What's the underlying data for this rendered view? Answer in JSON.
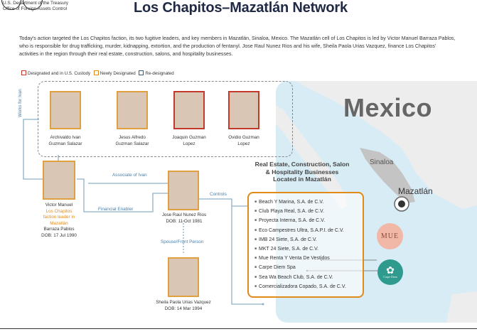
{
  "header": {
    "department_line1": "U.S. Department of the Treasury",
    "department_line2": "Office of Foreign Assets Control",
    "title": "Los Chapitos–Mazatlán Network"
  },
  "intro": "Today's action targeted the Los Chapitos faction, its two fugitive leaders, and key members in Mazatlán, Sinaloa, Mexico. The Mazatlán cell of Los Chapitos is led by Victor Manuel Barraza Pablos, who is responsible for drug trafficking, murder, kidnapping, extortion, and the production of fentanyl. Jose Raul Nunez Rios and his wife, Sheila Paola Urias Vazquez, finance Los Chapitos' activities in the region through their real estate, construction, salons, and hospitality businesses.",
  "legend": [
    {
      "label": "Designated and in U.S. Custody",
      "color": "#c0392b"
    },
    {
      "label": "Newly Designated",
      "color": "#e08a17"
    },
    {
      "label": "Re-designated",
      "color": "#2c5f8a"
    }
  ],
  "people": {
    "archivaldo": {
      "name_line1": "Archivaldo Ivan",
      "name_line2": "Guzman Salazar"
    },
    "jesus": {
      "name_line1": "Jesus Alfredo",
      "name_line2": "Guzman Salazar"
    },
    "joaquin": {
      "name_line1": "Joaquin Guzman",
      "name_line2": "Lopez"
    },
    "ovidio": {
      "name_line1": "Ovidio Guzman",
      "name_line2": "Lopez"
    },
    "victor": {
      "name": "Victor Manuel",
      "role_line1": "Los Chapitos",
      "role_line2": "faction leader in",
      "role_line3": "Mazatlán",
      "surname": "Barraza Pablos",
      "dob": "DOB: 17 Jul 1990"
    },
    "jose": {
      "name": "Jose Raul Nunez Rios",
      "dob": "DOB: 11 Oct 1981"
    },
    "sheila": {
      "name": "Sheila Paola Urias Vazquez",
      "dob": "DOB: 14 Mar 1994"
    }
  },
  "links": {
    "works_for": "Works for Ivan",
    "associate": "Associate of Ivan",
    "financial": "Financial Enabler",
    "controls": "Controls",
    "spouse": "Spouse/Front Person"
  },
  "map": {
    "country": "Mexico",
    "state": "Sinaloa",
    "city": "Mazatlán"
  },
  "businesses": {
    "header_line1": "Real Estate, Construction, Salon",
    "header_line2": "& Hospitality Businesses",
    "header_line3": "Located in Mazatlán",
    "items": [
      "Beach Y Marina, S.A. de C.V.",
      "Club Playa Real, S.A. de C.V.",
      "Proyecta Interna, S.A. de C.V.",
      "Eco Campestres Ultra, S.A.P.I. de C.V.",
      "IMB 24 Siete, S.A. de C.V.",
      "MKT 24 Siete, S.A. de C.V.",
      "Mue Renta Y Venta De Vestidos",
      "Carpe Diem Spa",
      "Sea Wa Beach Club, S.A. de C.V.",
      "Comercializadora Copado, S.A. de C.V."
    ],
    "mue_logo": "MUE",
    "carpe_logo": "Carpe Diem"
  },
  "colors": {
    "custody": "#c0392b",
    "new": "#e08a17",
    "redesignated": "#2c5f8a",
    "map_sea": "#d8ecf5",
    "map_land": "#ededed",
    "sinaloa": "#c4c4c4"
  }
}
